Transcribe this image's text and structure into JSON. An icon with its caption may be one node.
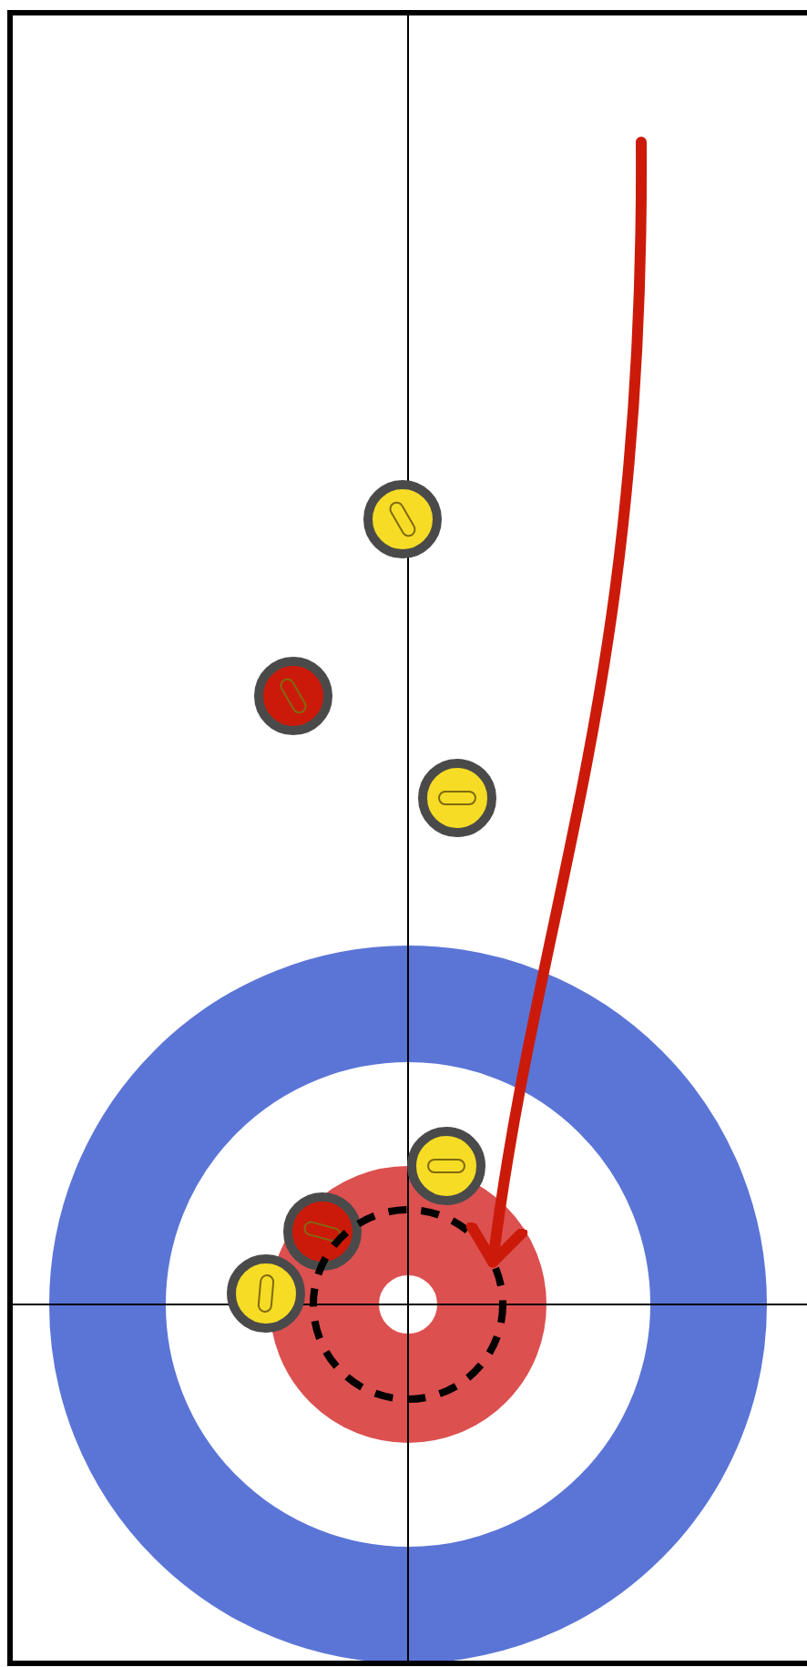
{
  "diagram": {
    "nodes": [
      {
        "text": [],
        "shape": "circle"
      },
      {
        "text": [],
        "shape": "circle"
      },
      {
        "text": [],
        "shape": "circle"
      },
      {
        "text": [],
        "shape": "circle"
      },
      {
        "text": [],
        "shape": "circle"
      },
      {
        "text": [],
        "shape": "circle"
      },
      {
        "text": [],
        "shape": "circle"
      }
    ],
    "edges": [
      {
        "from": null,
        "to": 5,
        "arrow": "to"
      }
    ]
  }
}
